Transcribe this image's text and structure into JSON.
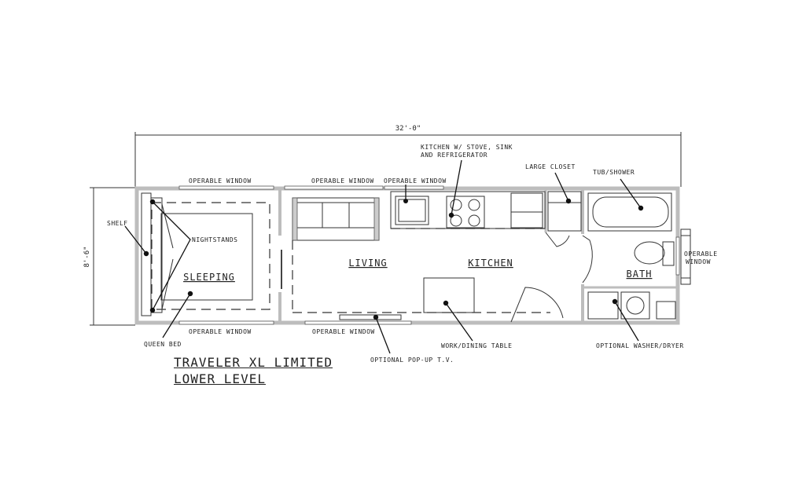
{
  "dimensions": {
    "length": "32'-0\"",
    "width": "8'-6\""
  },
  "rooms": {
    "sleeping": "SLEEPING",
    "living": "LIVING",
    "kitchen": "KITCHEN",
    "bath": "BATH"
  },
  "labels": {
    "shelf": "SHELF",
    "nightstands": "NIGHTSTANDS",
    "queen_bed": "QUEEN BED",
    "operable_window": "OPERABLE WINDOW",
    "kitchen_line1": "KITCHEN W/ STOVE, SINK",
    "kitchen_line2": "AND REFRIGERATOR",
    "large_closet": "LARGE CLOSET",
    "tub_shower": "TUB/SHOWER",
    "operable_line1": "OPERABLE",
    "operable_line2": "WINDOW",
    "work_dining_table": "WORK/DINING TABLE",
    "optional_tv": "OPTIONAL POP-UP T.V.",
    "optional_washer_dryer": "OPTIONAL WASHER/DRYER"
  },
  "title": {
    "line1": "TRAVELER XL LIMITED",
    "line2": "LOWER LEVEL"
  }
}
